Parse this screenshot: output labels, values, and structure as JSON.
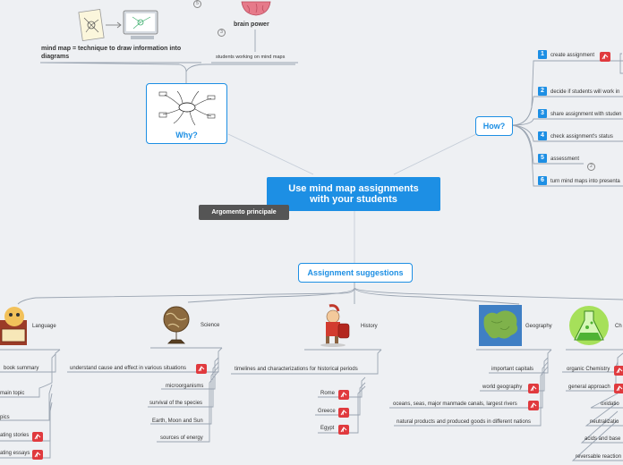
{
  "central": {
    "title": "Use mind map assignments with your students"
  },
  "floating": {
    "label": "Argomento principale"
  },
  "why": {
    "label": "Why?",
    "left_text": "mind map = technique to draw information into diagrams",
    "brain_label": "brain power",
    "brain_count": "3",
    "brain_child": "students working on mind maps",
    "top_count": "5"
  },
  "how": {
    "label": "How?",
    "steps": [
      {
        "num": "1",
        "text": "create assignment"
      },
      {
        "num": "2",
        "text": "decide if students will work in"
      },
      {
        "num": "3",
        "text": "share assignment with studen"
      },
      {
        "num": "4",
        "text": "check assignment's status"
      },
      {
        "num": "5",
        "text": "assessment",
        "count": "2"
      },
      {
        "num": "6",
        "text": "turn mind maps into presenta"
      }
    ]
  },
  "suggestions": {
    "label": "Assignment suggestions",
    "language": {
      "label": "Language",
      "items": [
        "book summary",
        "main topic",
        "pics",
        "ating stories",
        "ating essays"
      ]
    },
    "science": {
      "label": "Science",
      "items": [
        "understand cause and effect in various situations",
        "microorganisms",
        "survival of the species",
        "Earth, Moon and Sun",
        "sources of energy"
      ]
    },
    "history": {
      "label": "History",
      "main": "timelines and characterizations for historical periods",
      "items": [
        "Rome",
        "Greece",
        "Egypt"
      ]
    },
    "geography": {
      "label": "Geography",
      "items": [
        "important capitals",
        "world geography",
        "oceans, seas, major manmade canals,   largest rivers",
        "natural products and produced goods in different nations"
      ]
    },
    "chemistry": {
      "label": "Ch",
      "items": [
        "organic Chemistry",
        "general approach",
        "oxidatio",
        "neutralizatio",
        "acids and base",
        "reversable reaction"
      ]
    }
  },
  "colors": {
    "accent": "#1d8fe4",
    "mm_icon": "#e03a3e",
    "floating": "#555555",
    "background": "#eef0f3"
  }
}
